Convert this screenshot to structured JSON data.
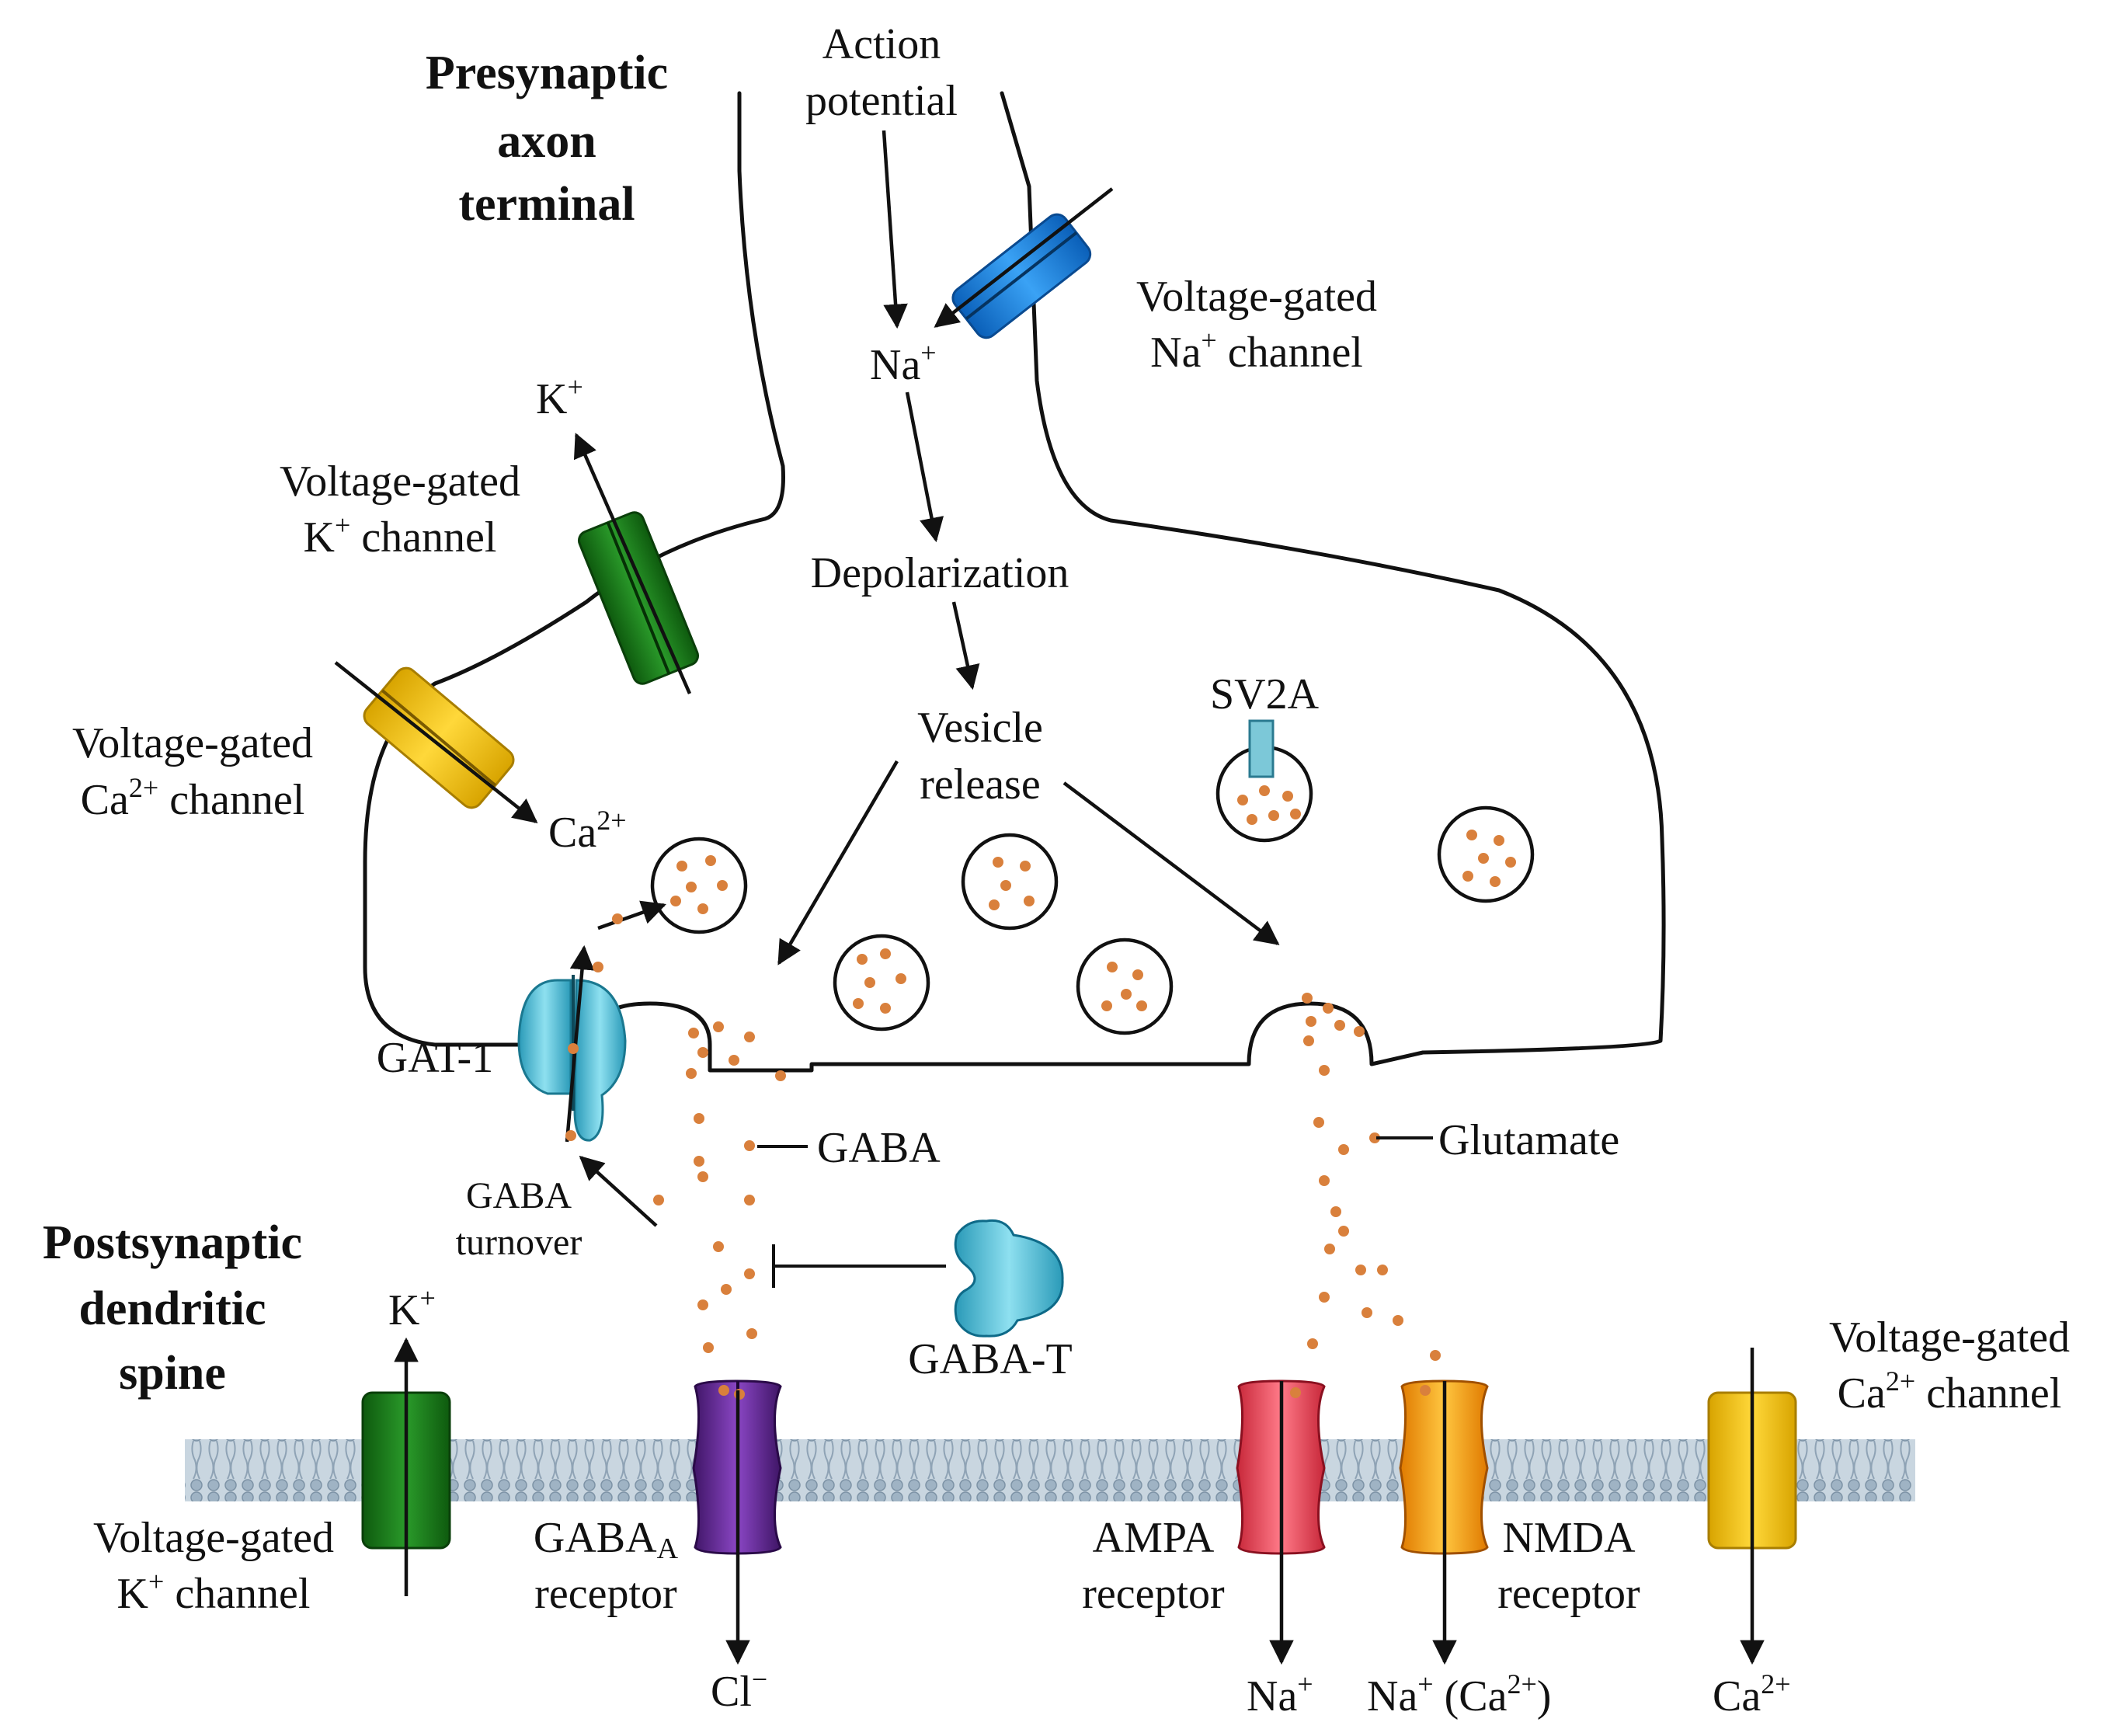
{
  "regions": {
    "presynaptic": [
      "Presynaptic",
      "axon",
      "terminal"
    ],
    "postsynaptic": [
      "Postsynaptic",
      "dendritic",
      "spine"
    ]
  },
  "pathway": {
    "action_potential": [
      "Action",
      "potential"
    ],
    "na_ion": "Na",
    "na_sup": "+",
    "depolarization": "Depolarization",
    "vesicle_release": [
      "Vesicle",
      "release"
    ]
  },
  "presynaptic_channels": {
    "na_channel": {
      "line1": "Voltage-gated",
      "ion": "Na",
      "sup": "+",
      "rest": " channel"
    },
    "k_channel": {
      "line1": "Voltage-gated",
      "ion": "K",
      "sup": "+",
      "rest": " channel"
    },
    "ca_channel": {
      "line1": "Voltage-gated",
      "ion": "Ca",
      "sup": "2+",
      "rest": " channel"
    },
    "k_out": {
      "ion": "K",
      "sup": "+"
    },
    "ca_in": {
      "ion": "Ca",
      "sup": "2+"
    }
  },
  "proteins": {
    "sv2a": "SV2A",
    "gat1": "GAT-1",
    "gaba_t": "GABA-T",
    "gaba_turnover": [
      "GABA",
      "turnover"
    ]
  },
  "neurotransmitters": {
    "gaba": "GABA",
    "glutamate": "Glutamate"
  },
  "postsynaptic_receptors": {
    "k_channel": {
      "line1": "Voltage-gated",
      "ion": "K",
      "sup": "+",
      "rest": " channel",
      "out_ion": "K",
      "out_sup": "+"
    },
    "gaba_a": {
      "name": "GABA",
      "sub": "A",
      "line2": "receptor",
      "ion": "Cl",
      "sup": "−"
    },
    "ampa": {
      "line1": "AMPA",
      "line2": "receptor",
      "ion": "Na",
      "sup": "+"
    },
    "nmda": {
      "line1": "NMDA",
      "line2": "receptor",
      "ion": "Na",
      "sup": "+",
      "extra_open": " (Ca",
      "extra_sup": "2+",
      "extra_close": ")"
    },
    "ca_channel": {
      "line1": "Voltage-gated",
      "ion": "Ca",
      "sup": "2+",
      "rest": " channel",
      "out_ion": "Ca",
      "out_sup": "2+"
    }
  },
  "colors": {
    "na_channel": "#1e8be6",
    "k_channel": "#1a7a1a",
    "ca_channel": "#f5c400",
    "gat1": "#52c0d8",
    "gaba_a": "#6b2f9b",
    "ampa": "#e8485a",
    "nmda": "#f0a020",
    "gaba_t": "#1eb0d8",
    "sv2a": "#7cc8d8",
    "neurotransmitter": "#d9803c",
    "membrane_fill": "#b8c8d4"
  }
}
